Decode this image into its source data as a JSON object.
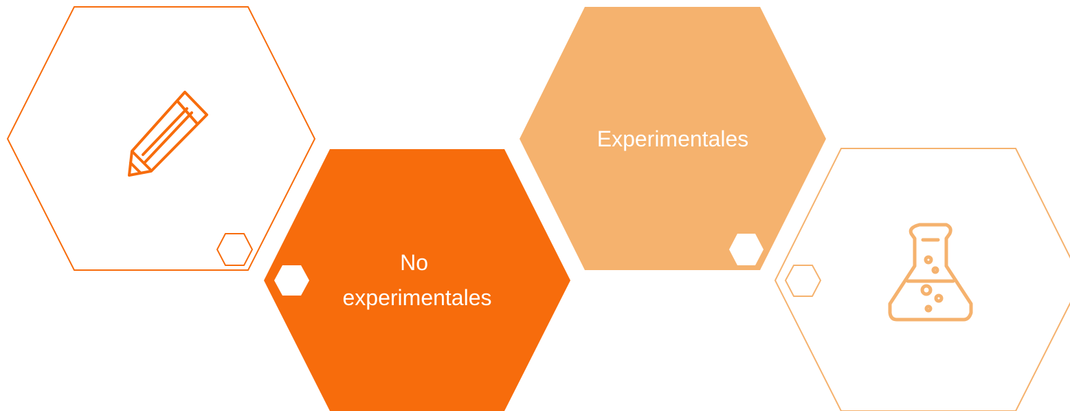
{
  "colors": {
    "dark_orange": "#F76C0C",
    "light_orange": "#F5B26E",
    "white": "#FFFFFF"
  },
  "hexagons": [
    {
      "id": "pencil",
      "style": "outline",
      "color": "dark_orange",
      "icon": "pencil-icon"
    },
    {
      "id": "no-experimentales",
      "style": "filled",
      "color": "dark_orange",
      "label_lines": [
        "No",
        "experimentales"
      ]
    },
    {
      "id": "experimentales",
      "style": "filled",
      "color": "light_orange",
      "label_lines": [
        "Experimentales"
      ]
    },
    {
      "id": "flask",
      "style": "outline",
      "color": "light_orange",
      "icon": "flask-icon"
    }
  ]
}
